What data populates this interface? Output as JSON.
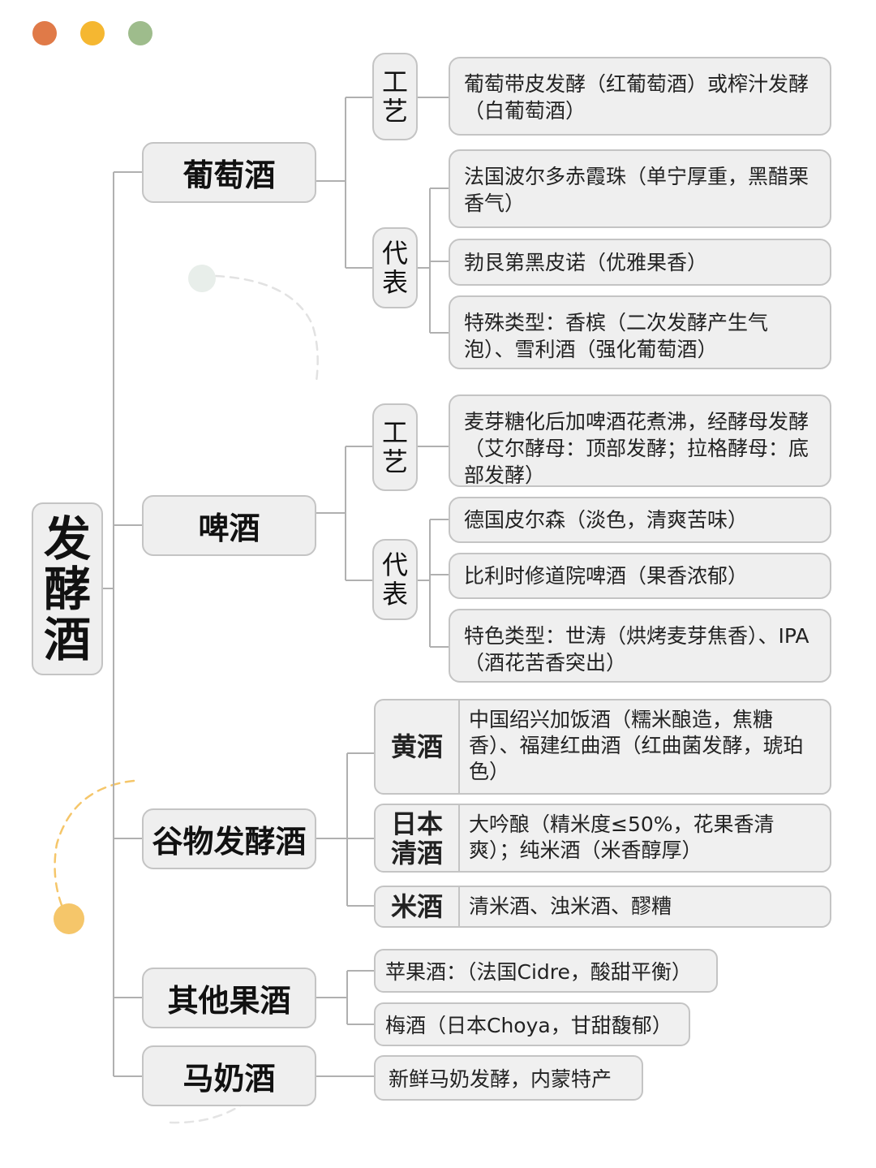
{
  "colors": {
    "dot_1": "#e07a48",
    "dot_2": "#f5b731",
    "dot_3": "#9ebc8c",
    "box_fill": "#efefef",
    "border": "#c4c4c4",
    "connector": "#b0b0b0"
  },
  "root": {
    "chars": [
      "发",
      "酵",
      "酒"
    ]
  },
  "wine": {
    "title": "葡萄酒",
    "process_chars": [
      "工",
      "艺"
    ],
    "process_text": "葡萄带皮发酵（红葡萄酒）或榨汁发酵（白葡萄酒）",
    "rep_chars": [
      "代",
      "表"
    ],
    "reps": [
      "法国波尔多赤霞珠（单宁厚重，黑醋栗香气）",
      "勃艮第黑皮诺（优雅果香）",
      "特殊类型：香槟（二次发酵产生气泡）、雪利酒（强化葡萄酒）"
    ]
  },
  "beer": {
    "title": "啤酒",
    "process_chars": [
      "工",
      "艺"
    ],
    "process_text": "麦芽糖化后加啤酒花煮沸，经酵母发酵（艾尔酵母：顶部发酵；拉格酵母：底部发酵）",
    "rep_chars": [
      "代",
      "表"
    ],
    "reps": [
      "德国皮尔森（淡色，清爽苦味）",
      "比利时修道院啤酒（果香浓郁）",
      "特色类型：世涛（烘烤麦芽焦香）、IPA（酒花苦香突出）"
    ]
  },
  "grain": {
    "title": "谷物发酵酒",
    "rows": [
      {
        "label_lines": [
          "黄酒"
        ],
        "text": "中国绍兴加饭酒（糯米酿造，焦糖香）、福建红曲酒（红曲菌发酵，琥珀色）"
      },
      {
        "label_lines": [
          "日本",
          "清酒"
        ],
        "text": "大吟酿（精米度≤50%，花果香清爽）；纯米酒（米香醇厚）"
      },
      {
        "label_lines": [
          "米酒"
        ],
        "text": "清米酒、浊米酒、醪糟"
      }
    ]
  },
  "fruit": {
    "title": "其他果酒",
    "items": [
      "苹果酒：（法国Cidre，酸甜平衡）",
      "梅酒（日本Choya，甘甜馥郁）"
    ]
  },
  "kumis": {
    "title": "马奶酒",
    "items": [
      "新鲜马奶发酵，内蒙特产"
    ]
  }
}
